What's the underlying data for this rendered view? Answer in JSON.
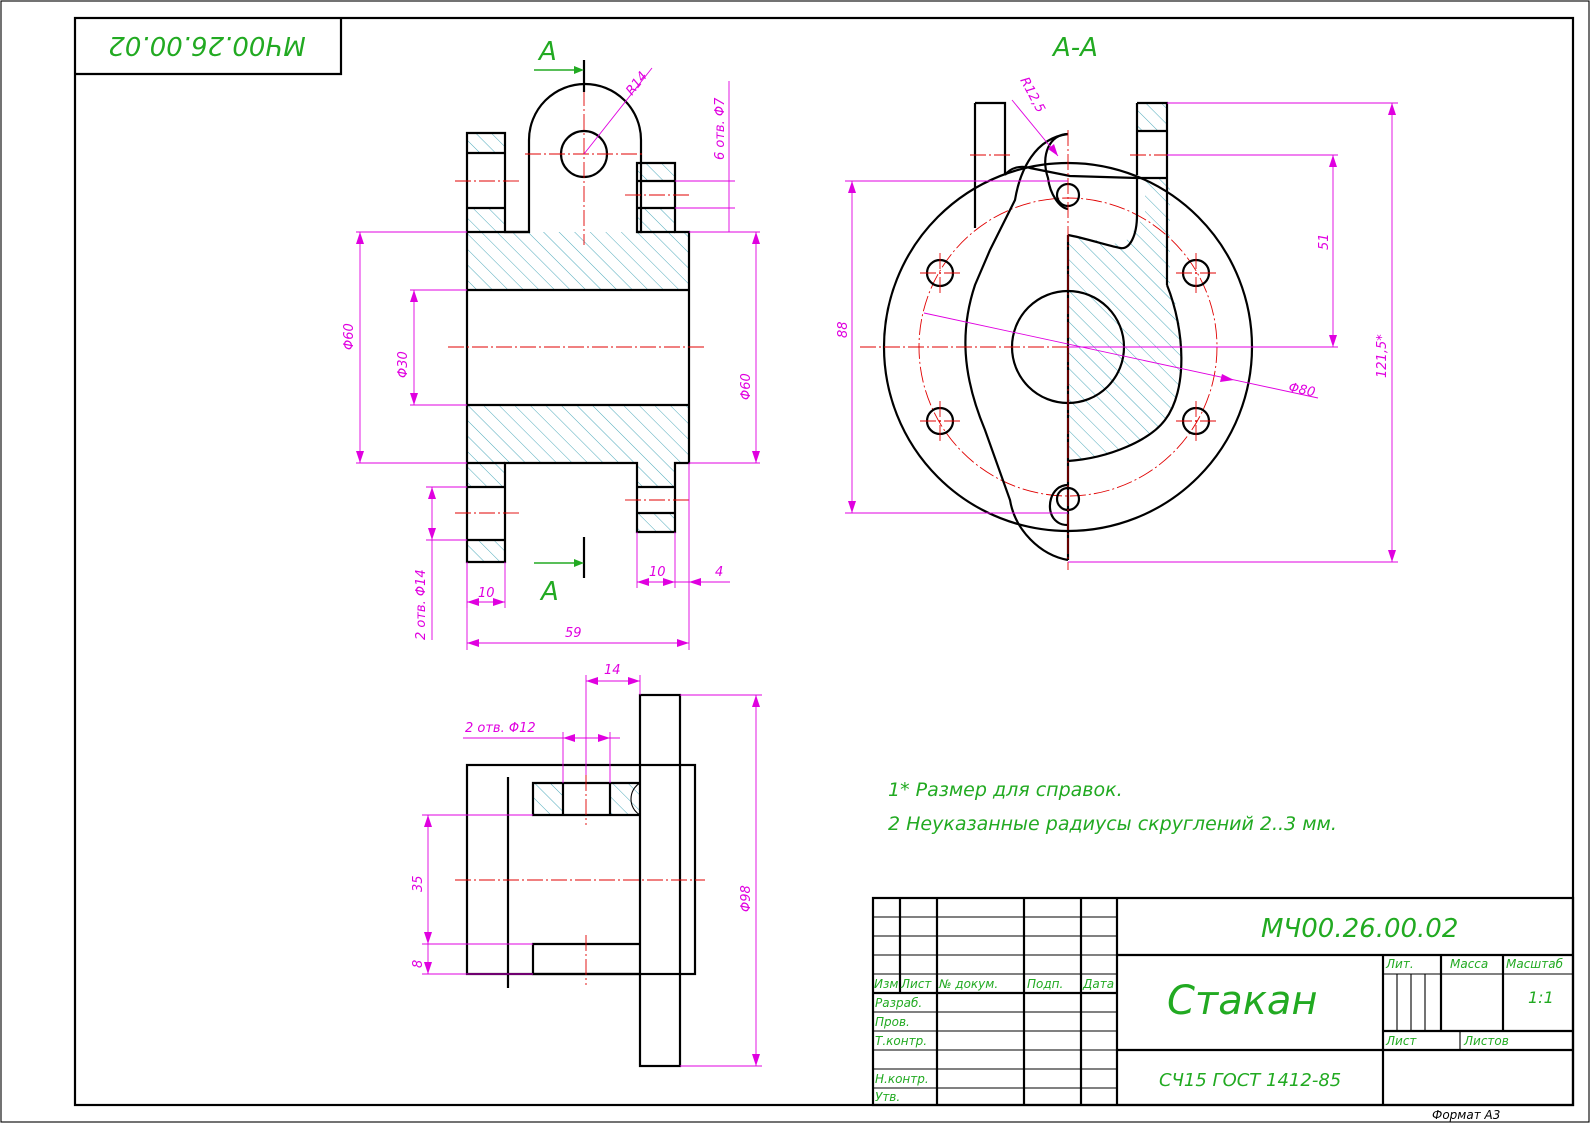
{
  "stamp_mirrored": "МЧ00.26.00.02",
  "section_label": "А",
  "section_title": "А-А",
  "dimensions": {
    "r14": "R14",
    "holes_d7": "6 отв. Φ7",
    "d60_left": "Φ60",
    "d30": "Φ30",
    "d60_right": "Φ60",
    "holes_d14": "2 отв. Φ14",
    "w10_left": "10",
    "w10_right": "10",
    "w4": "4",
    "w59": "59",
    "r12_5": "R12,5",
    "h88": "88",
    "h51": "51",
    "h121_5": "121,5*",
    "d80": "Φ80",
    "w14": "14",
    "holes_d12": "2 отв. Φ12",
    "h35": "35",
    "h8": "8",
    "d98": "Φ98"
  },
  "notes": [
    "1* Размер для справок.",
    "2 Неуказанные радиусы скруглений 2..3 мм."
  ],
  "title_block": {
    "designation": "МЧ00.26.00.02",
    "name": "Стакан",
    "material": "СЧ15 ГОСТ 1412-85",
    "scale": "1:1",
    "col_headers": [
      "Изм",
      "Лист",
      "№ докум.",
      "Подп.",
      "Дата"
    ],
    "row_labels": [
      "Разраб.",
      "Пров.",
      "Т.контр.",
      "Н.контр.",
      "Утв."
    ],
    "lit": "Лит.",
    "mass": "Масса",
    "scale_label": "Масштаб",
    "sheet": "Лист",
    "sheets": "Листов"
  },
  "format": "Формат А3",
  "colors": {
    "outline": "#000000",
    "centerline": "#e00000",
    "dimension": "#e000e0",
    "text": "#22aa22",
    "hatch": "#3aa0b4"
  }
}
